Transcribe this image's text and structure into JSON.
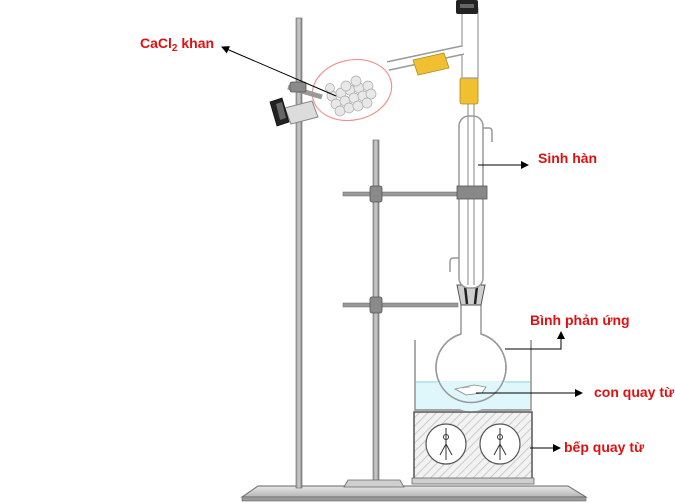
{
  "labels": {
    "desiccant_prefix": "CaCl",
    "desiccant_subscript": "2",
    "desiccant_suffix": " khan",
    "condenser": "Sinh hàn",
    "flask": "Bình phản ứng",
    "stir_bar": "con quay từ",
    "stirrer": "bếp quay từ"
  },
  "colors": {
    "label_text": "#e01010",
    "glass_outline": "#999999",
    "metal": "#7a7a7a",
    "rubber_joint": "#f0c030",
    "bath_water": "#dff6fb",
    "desiccant_pellet": "#e8e8e8"
  }
}
